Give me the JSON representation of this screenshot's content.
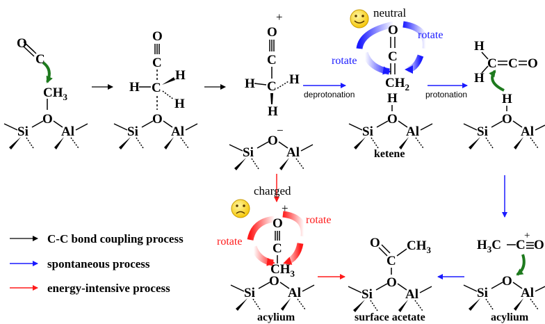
{
  "labels": {
    "si": "Si",
    "o": "O",
    "al": "Al",
    "c": "C",
    "h": "H",
    "ch3": "CH",
    "ch2": "CH",
    "sub3": "3",
    "sub2": "2",
    "plus": "+",
    "minus": "−",
    "h3c": "H",
    "h3c_c": "C",
    "c_eq": "C",
    "neutral": "neutral",
    "charged": "charged",
    "rotate": "rotate",
    "deprotonation": "deprotonation",
    "protonation": "protonation",
    "ketene": "ketene",
    "acylium": "acylium",
    "surface_acetate": "surface acetate"
  },
  "legend": [
    {
      "label": "C-C bond coupling process",
      "color": "#000000"
    },
    {
      "label": "spontaneous process",
      "color": "#1a1aff"
    },
    {
      "label": "energy-intensive process",
      "color": "#ff1a1a"
    }
  ],
  "colors": {
    "blue": "#1a1aff",
    "red": "#ff1a1a",
    "green": "#1e7a1e",
    "face": "#f5d800"
  }
}
